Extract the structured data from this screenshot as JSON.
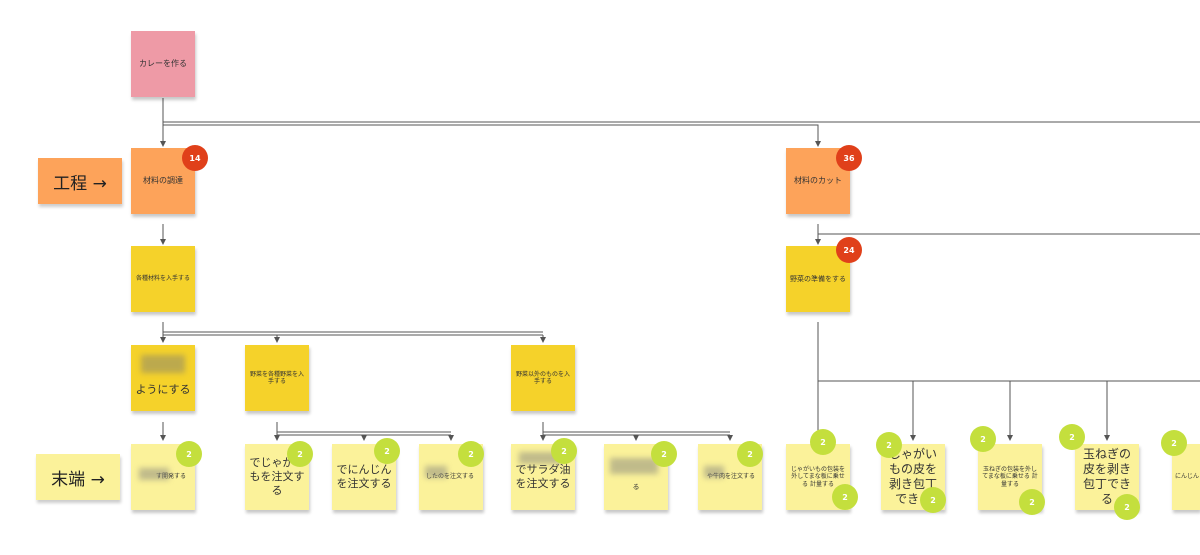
{
  "labels": {
    "process": "工程 →",
    "leaf": "末端 →"
  },
  "root": {
    "text": "カレーを作る"
  },
  "processes": [
    {
      "text": "材料の調達",
      "badge": "14"
    },
    {
      "text": "材料のカット",
      "badge": "36"
    }
  ],
  "tasks": [
    {
      "text": "各種材料を入手する"
    },
    {
      "text": "野菜の準備をする",
      "badge": "24"
    }
  ],
  "subtasks": [
    {
      "text": "ようにする"
    },
    {
      "text": "野菜を各種野菜を入手する"
    },
    {
      "text": "野菜以外のものを入手する"
    }
  ],
  "leaves": [
    {
      "text": "す開発する",
      "badge": "2"
    },
    {
      "text": "でじゃがいもを注文する",
      "badge": "2"
    },
    {
      "text": "でにんじんを注文する",
      "badge": "2"
    },
    {
      "text": "したのを注文する",
      "badge": "2"
    },
    {
      "text": "でサラダ油を注文する",
      "badge": "2"
    },
    {
      "text": "る",
      "badge": "2"
    },
    {
      "text": "や牛肉を注文する",
      "badge": "2"
    },
    {
      "text": "じゃがいもの包装を外してまな板に乗せる 計量する",
      "badge": "2",
      "badge2": "2"
    },
    {
      "text": "じゃがいもの皮を剥き包丁できる",
      "badge": "2",
      "badge2": "2"
    },
    {
      "text": "玉ねぎの包装を外してまな板に乗せる 計量する",
      "badge": "2",
      "badge2": "2"
    },
    {
      "text": "玉ねぎの皮を剥き包丁できる",
      "badge": "2",
      "badge2": "2"
    },
    {
      "text": "にんじん",
      "badge": "2"
    }
  ],
  "colors": {
    "pink": "#ee9aa6",
    "orange": "#fda35a",
    "yellow": "#f5d22a",
    "pale": "#fbf29a",
    "badge_red": "#e0401a",
    "badge_green": "#c4df3d",
    "wire": "#555555"
  }
}
